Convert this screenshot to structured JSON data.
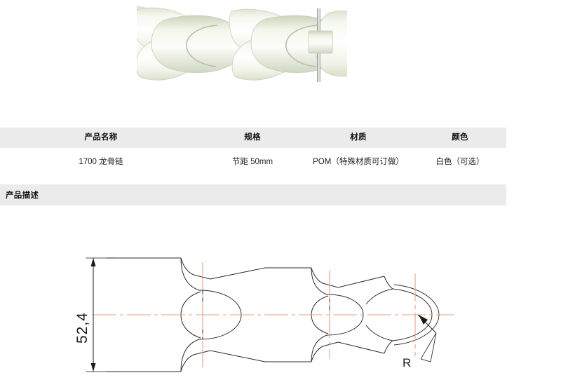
{
  "photo": {
    "alt_name": "1700-flexible-plastic-chain-photo",
    "description": "White plastic flexible conveyor chain links with steel pin",
    "body_color": "#f4f6ef",
    "shadow_color": "#d6dbcb",
    "pin_color": "#a8a8a0"
  },
  "spec_table": {
    "columns": [
      {
        "header": "产品名称",
        "value": "1700 龙骨链"
      },
      {
        "header": "规格",
        "value": "节距  50mm"
      },
      {
        "header": "材质",
        "value": "POM（特殊材质可订做）"
      },
      {
        "header": "颜色",
        "value": "白色（可选）"
      }
    ],
    "header_bg": "#ebebeb",
    "row_bg": "#ffffff"
  },
  "description_section": {
    "label": "产品描述",
    "bar_bg": "#ebebeb"
  },
  "drawing": {
    "name": "1700-chain-link-technical-drawing",
    "dimension_height_label": "52,4",
    "radius_label": "R",
    "outline_color": "#2b2b2b",
    "centerline_color": "#e0a384",
    "dimension_line_color": "#1a1a1a"
  }
}
